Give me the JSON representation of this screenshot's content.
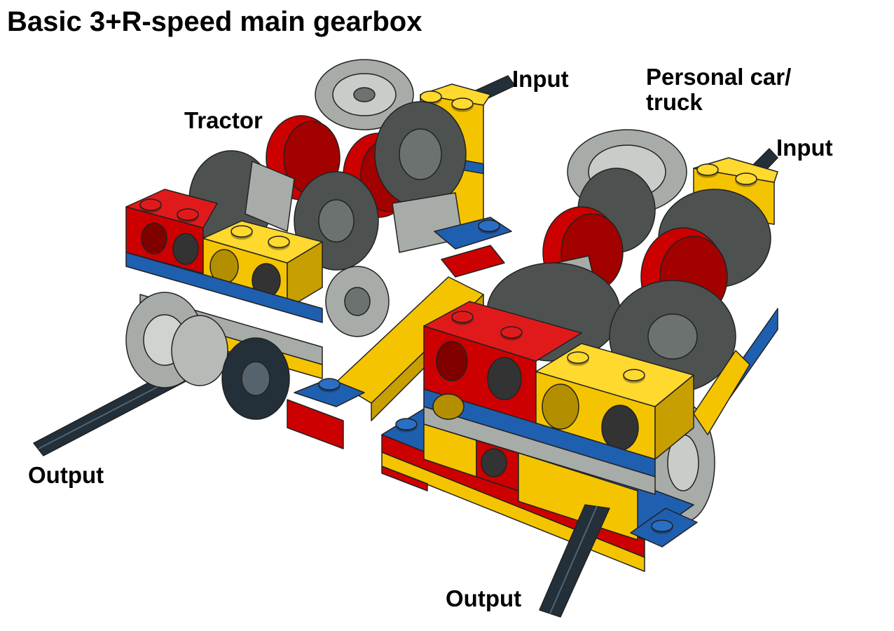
{
  "title": "Basic 3+R-speed main gearbox",
  "labels": {
    "tractor": "Tractor",
    "input_left": "Input",
    "personal_car_line1": "Personal car/",
    "personal_car_line2": "truck",
    "input_right": "Input",
    "output_left": "Output",
    "output_right": "Output"
  },
  "colors": {
    "red": "#cc0000",
    "yellow": "#f5c400",
    "blue": "#1f5fb0",
    "light_gray": "#a8aca8",
    "dark_gray": "#4d5250",
    "axle": "#23303a"
  }
}
